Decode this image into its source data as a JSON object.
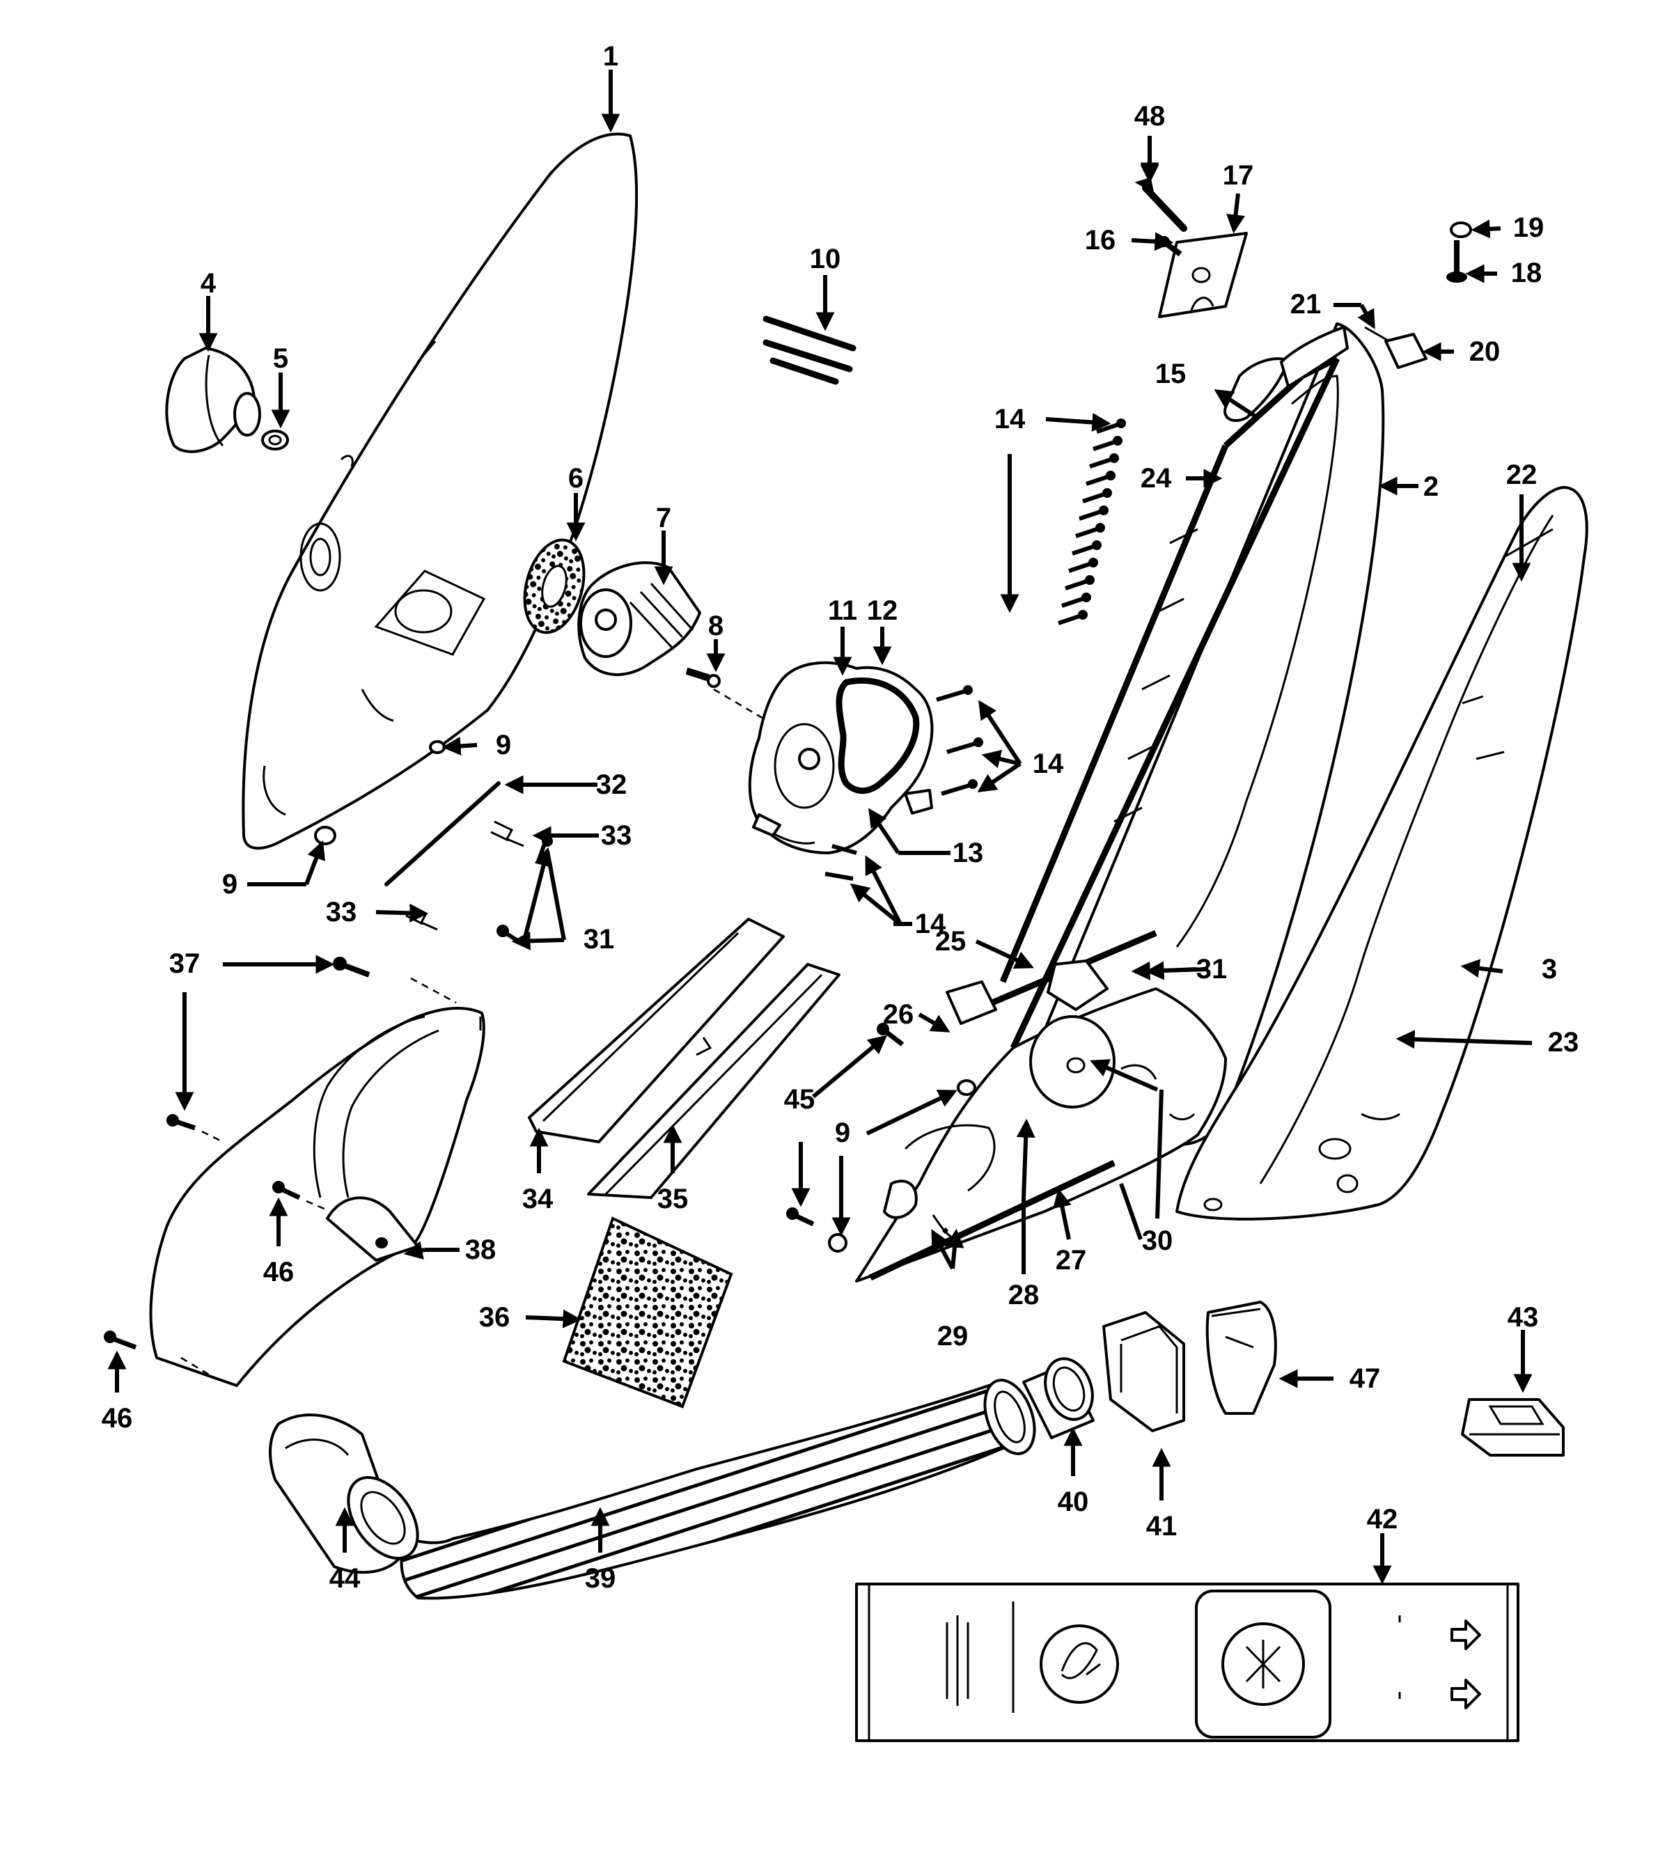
{
  "callouts": {
    "c1": "1",
    "c2": "2",
    "c3": "3",
    "c4": "4",
    "c5": "5",
    "c6": "6",
    "c7": "7",
    "c8": "8",
    "c9": "9",
    "c10": "10",
    "c11": "11",
    "c12": "12",
    "c13": "13",
    "c14": "14",
    "c15": "15",
    "c16": "16",
    "c17": "17",
    "c18": "18",
    "c19": "19",
    "c20": "20",
    "c21": "21",
    "c22": "22",
    "c23": "23",
    "c24": "24",
    "c25": "25",
    "c26": "26",
    "c27": "27",
    "c28": "28",
    "c29": "29",
    "c30": "30",
    "c31": "31",
    "c32": "32",
    "c33": "33",
    "c34": "34",
    "c35": "35",
    "c36": "36",
    "c37": "37",
    "c38": "38",
    "c39": "39",
    "c40": "40",
    "c41": "41",
    "c42": "42",
    "c43": "43",
    "c44": "44",
    "c45": "45",
    "c46": "46",
    "c47": "47",
    "c48": "48"
  }
}
